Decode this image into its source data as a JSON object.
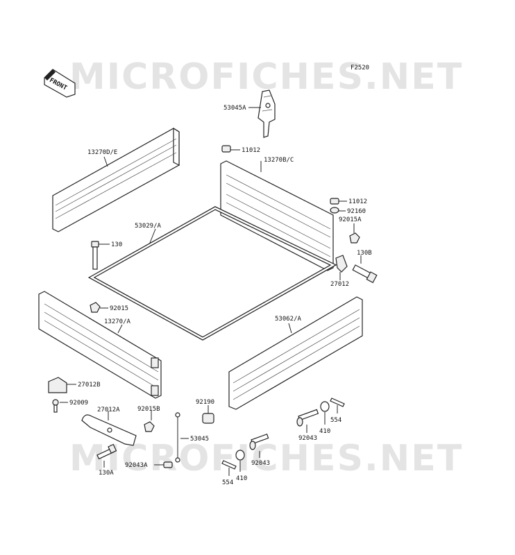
{
  "figure_code": "F2520",
  "watermark": "MICROFICHES.NET",
  "front_label": "FRONT",
  "parts": {
    "p53045A": "53045A",
    "p11012a": "11012",
    "p13270DE": "13270D/E",
    "p13270BC": "13270B/C",
    "p11012b": "11012",
    "p92160": "92160",
    "p92015A": "92015A",
    "p53029A": "53029/A",
    "p130": "130",
    "p130B": "130B",
    "p27012": "27012",
    "p92015": "92015",
    "p13270A": "13270/A",
    "p53062A": "53062/A",
    "p27012B": "27012B",
    "p92009": "92009",
    "p27012A": "27012A",
    "p92015B": "92015B",
    "p92190": "92190",
    "p554a": "554",
    "p410a": "410",
    "p92043a": "92043",
    "p53045": "53045",
    "p92043b": "92043",
    "p92043A": "92043A",
    "p130A": "130A",
    "p554b": "554",
    "p410b": "410"
  }
}
